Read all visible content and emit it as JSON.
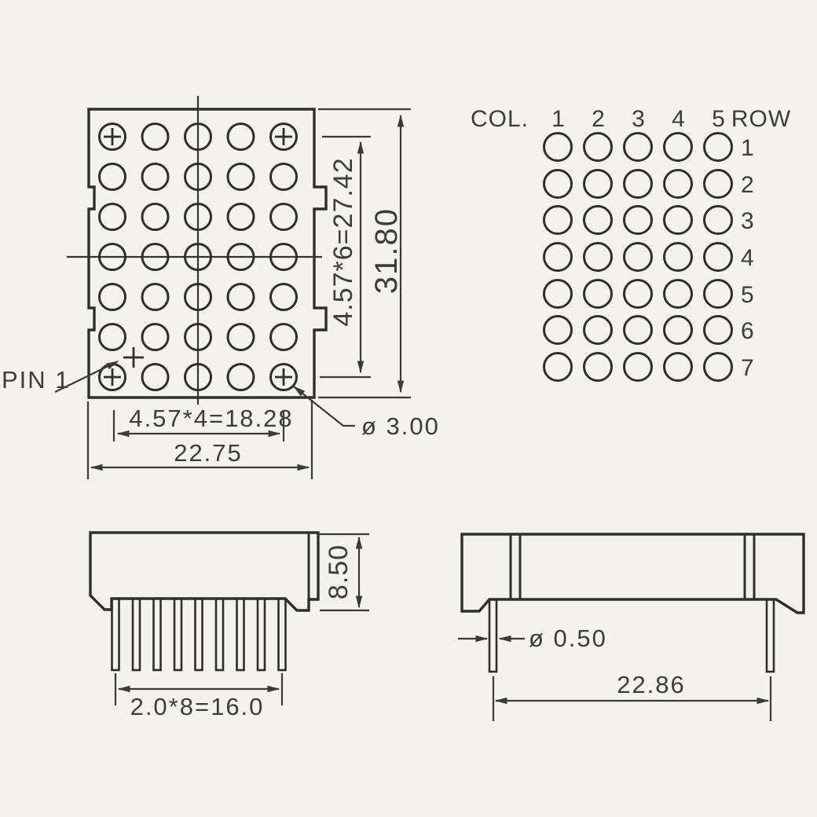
{
  "front_view": {
    "pin1_label": "PIN 1",
    "dim_vertical_pitch": "4.57*6=27.42",
    "dim_overall_height": "31.80",
    "dim_horizontal_pitch": "4.57*4=18.28",
    "dim_overall_width": "22.75",
    "dot_diameter": "ø 3.00",
    "grid": {
      "columns": 5,
      "rows": 7
    }
  },
  "pin_map": {
    "col_header": "COL.",
    "row_header": "ROW",
    "column_labels": [
      "1",
      "2",
      "3",
      "4",
      "5"
    ],
    "row_labels": [
      "1",
      "2",
      "3",
      "4",
      "5",
      "6",
      "7"
    ]
  },
  "bottom_view": {
    "dim_body_thickness": "8.50",
    "dim_pin_pitch": "2.0*8=16.0",
    "pin_count": 9
  },
  "side_view": {
    "dim_pin_diameter": "ø 0.50",
    "dim_pin_row_span": "22.86",
    "pin_count": 2
  },
  "colors": {
    "ink": "#2e2e2e",
    "paper": "#f3f2ee"
  }
}
